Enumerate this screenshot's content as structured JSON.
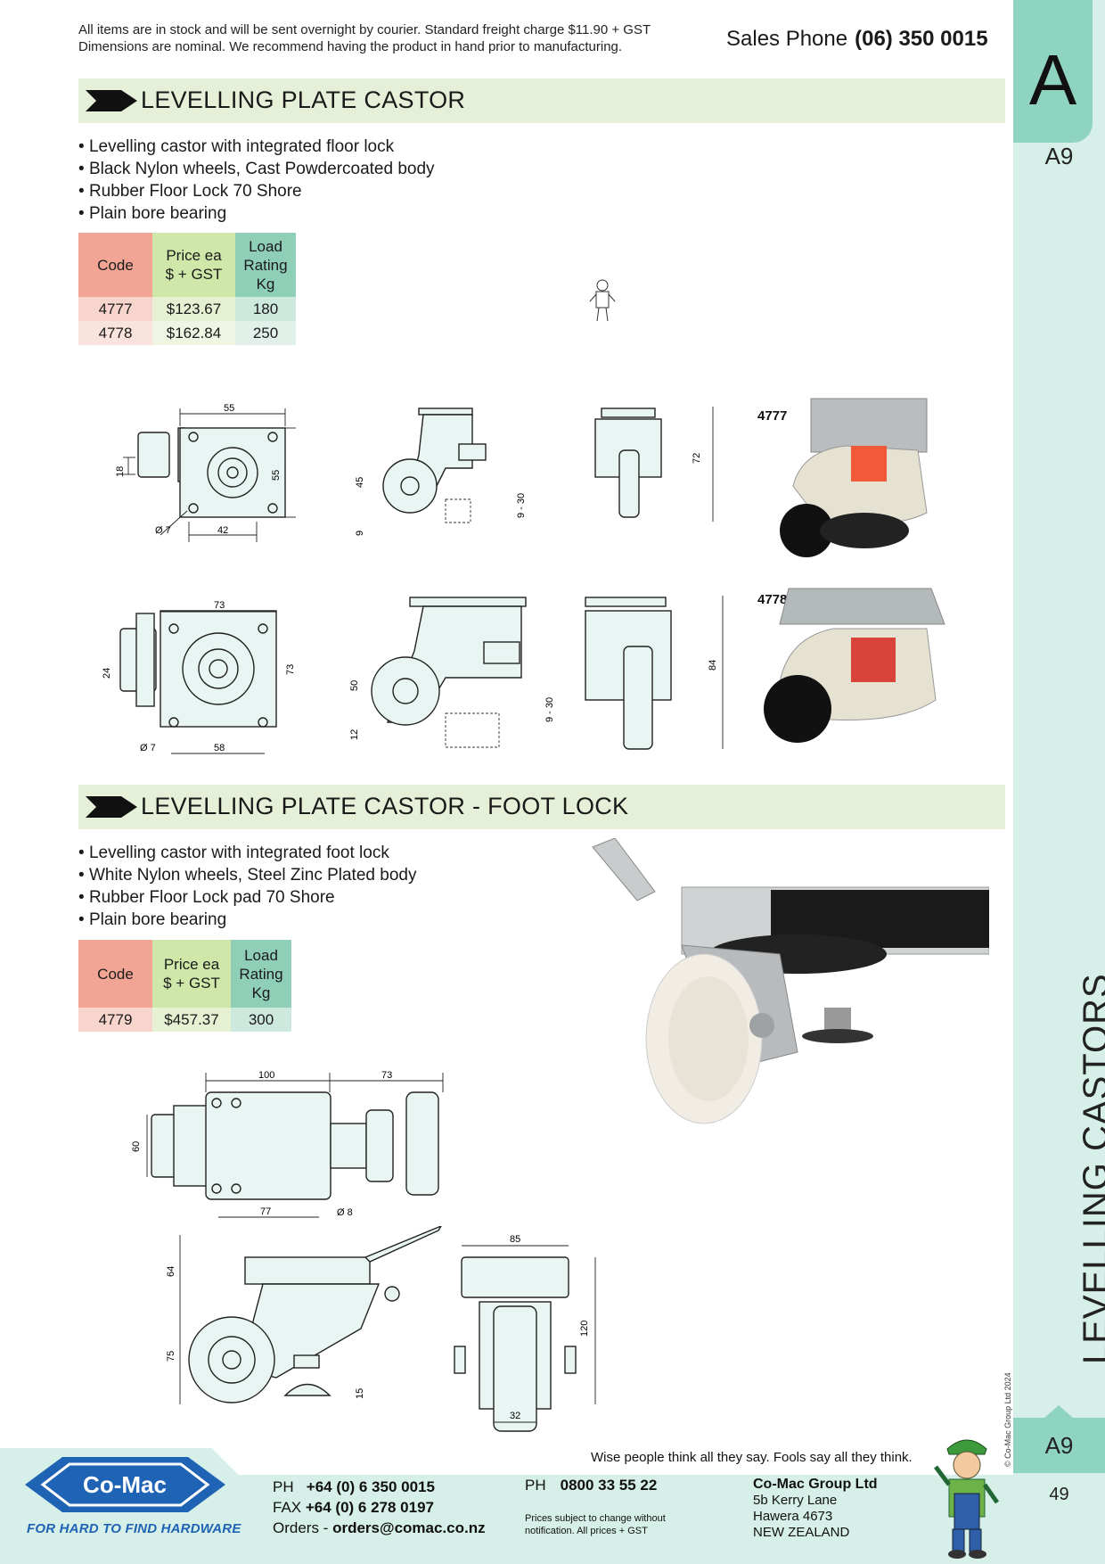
{
  "header": {
    "notice_line1": "All items are in stock and will be sent overnight by courier. Standard freight charge $11.90 + GST",
    "notice_line2": "Dimensions are nominal. We recommend having the product in hand prior to manufacturing.",
    "sales_label": "Sales Phone",
    "sales_number": "(06) 350 0015"
  },
  "sidebar": {
    "tab_letter": "A",
    "tab_page_code_top": "A9",
    "vertical_title": "LEVELLING CASTORS",
    "tab_page_code_bottom": "A9",
    "page_number": "49",
    "copyright": "© Co-Mac Group Ltd 2024"
  },
  "section1": {
    "title": "LEVELLING PLATE CASTOR",
    "bullets": [
      "Levelling castor with integrated floor lock",
      "Black Nylon wheels, Cast Powdercoated body",
      "Rubber Floor Lock 70 Shore",
      "Plain bore bearing"
    ],
    "table": {
      "headers": [
        "Code",
        "Price ea\n$ + GST",
        "Load\nRating\nKg"
      ],
      "header_code": "Code",
      "header_price_1": "Price ea",
      "header_price_2": "$ + GST",
      "header_load_1": "Load",
      "header_load_2": "Rating",
      "header_load_3": "Kg",
      "rows": [
        {
          "code": "4777",
          "price": "$123.67",
          "load": "180"
        },
        {
          "code": "4778",
          "price": "$162.84",
          "load": "250"
        }
      ]
    },
    "drawing_4777": {
      "label": "4777",
      "dims": {
        "width": "55",
        "height": "55",
        "bolt": "42",
        "hole": "Ø 7",
        "offset": "18",
        "h1": "45",
        "h2": "9",
        "adjust": "9 - 30",
        "total": "72"
      }
    },
    "drawing_4778": {
      "label": "4778",
      "dims": {
        "width": "73",
        "height": "73",
        "bolt": "58",
        "hole": "Ø 7",
        "offset": "24",
        "h1": "50",
        "h2": "12",
        "adjust": "9 - 30",
        "total": "84"
      }
    }
  },
  "section2": {
    "title": "LEVELLING PLATE CASTOR - FOOT LOCK",
    "bullets": [
      "Levelling castor with integrated foot lock",
      "White Nylon wheels, Steel Zinc Plated body",
      "Rubber Floor Lock pad 70 Shore",
      "Plain bore bearing"
    ],
    "table": {
      "header_code": "Code",
      "header_price_1": "Price ea",
      "header_price_2": "$ + GST",
      "header_load_1": "Load",
      "header_load_2": "Rating",
      "header_load_3": "Kg",
      "rows": [
        {
          "code": "4779",
          "price": "$457.37",
          "load": "300"
        }
      ]
    },
    "drawing_4779": {
      "dims": {
        "plate": "100",
        "pedal": "73",
        "width": "60",
        "bolt": "77",
        "hole": "Ø 8",
        "upper": "64",
        "lower": "75",
        "foot": "15",
        "total_h": "120",
        "top_w": "85",
        "wheel_w": "32"
      }
    }
  },
  "footer": {
    "logo_text": "Co-Mac",
    "tagline": "FOR HARD TO FIND HARDWARE",
    "quote": "Wise people think all they say. Fools say all they think.",
    "ph_label": "PH",
    "ph_number": "+64 (0) 6 350 0015",
    "fax_label": "FAX",
    "fax_number": "+64 (0) 6 278 0197",
    "orders_label": "Orders -",
    "orders_email": "orders@comac.co.nz",
    "ph2_label": "PH",
    "ph2_number": "0800 33 55 22",
    "note": "Prices subject to change without notification. All prices + GST",
    "company": "Co-Mac Group Ltd",
    "address_1": "5b Kerry Lane",
    "address_2": "Hawera 4673",
    "address_3": "NEW ZEALAND"
  },
  "colors": {
    "sidebar": "#d6efe8",
    "tab": "#8fd4c1",
    "section_bar": "#e6f0d8",
    "code_header": "#f2a595",
    "price_header": "#cfe7a9",
    "load_header": "#8fcfb7",
    "logo_blue": "#1f63b4"
  }
}
